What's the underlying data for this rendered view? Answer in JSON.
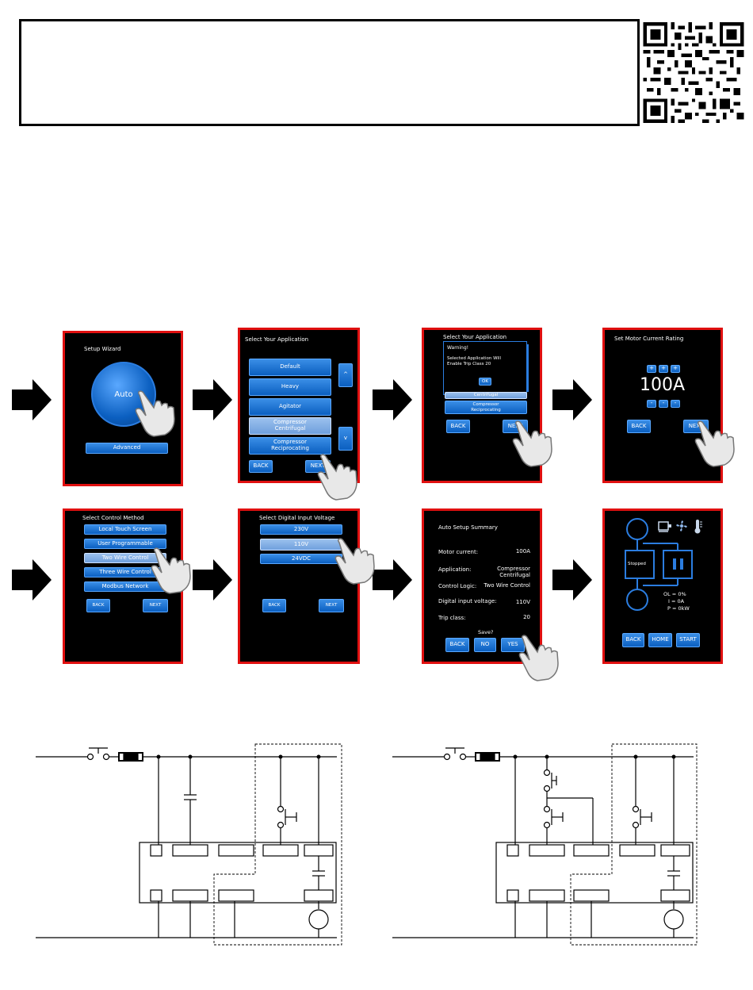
{
  "screens": {
    "setup_wizard": {
      "title": "Setup Wizard",
      "auto_label": "Auto",
      "advanced_label": "Advanced"
    },
    "select_application": {
      "title": "Select Your Application",
      "items": [
        "Default",
        "Heavy",
        "Agitator",
        "Compressor\nCentrifugal",
        "Compressor\nReciprocating"
      ],
      "selected_index": 3,
      "up_label": "^",
      "down_label": "v",
      "back_label": "BACK",
      "next_label": "NEXT"
    },
    "warning": {
      "title": "Select Your Application",
      "dialog_title": "Warning!",
      "dialog_text": "Selected Application Will\nEnable Trip Class 20",
      "ok_label": "OK",
      "item_centrifugal": "Centrifugal",
      "item_reciprocating": "Compressor\nReciprocating",
      "back_label": "BACK",
      "next_label": "NEXT"
    },
    "motor_current": {
      "title": "Set Motor Current Rating",
      "plus_label": "+",
      "minus_label": "-",
      "value": "100A",
      "back_label": "BACK",
      "next_label": "NEXT"
    },
    "control_method": {
      "title": "Select Control Method",
      "items": [
        "Local Touch Screen",
        "User Programmable",
        "Two Wire Control",
        "Three Wire Control",
        "Modbus Network"
      ],
      "selected_index": 2,
      "back_label": "BACK",
      "next_label": "NEXT"
    },
    "input_voltage": {
      "title": "Select Digital Input Voltage",
      "items": [
        "230V",
        "110V",
        "24VDC"
      ],
      "selected_index": 1,
      "back_label": "BACK",
      "next_label": "NEXT"
    },
    "summary": {
      "title": "Auto Setup Summary",
      "rows": [
        {
          "label": "Motor current:",
          "value": "100A"
        },
        {
          "label": "Application:",
          "value": "Compressor\nCentrifugal"
        },
        {
          "label": "Control Logic:",
          "value": "Two Wire Control"
        },
        {
          "label": "Digital input voltage:",
          "value": "110V"
        },
        {
          "label": "Trip class:",
          "value": "20"
        }
      ],
      "save_prompt": "Save?",
      "back_label": "BACK",
      "no_label": "NO",
      "yes_label": "YES"
    },
    "home": {
      "stopped_label": "Stopped",
      "ol_readout": "OL = 0%",
      "i_readout": "I = 0A",
      "p_readout": "P = 0kW",
      "back_label": "BACK",
      "home_label": "HOME",
      "start_label": "START"
    }
  },
  "colors": {
    "screen_border": "#e01010",
    "button_blue": "#0b5fc0",
    "button_selected": "#8fb6e8"
  },
  "icons": [
    "arrow-right-icon",
    "pointing-hand-icon",
    "qr-code",
    "fan-icon",
    "thermometer-icon",
    "motor-icon"
  ]
}
